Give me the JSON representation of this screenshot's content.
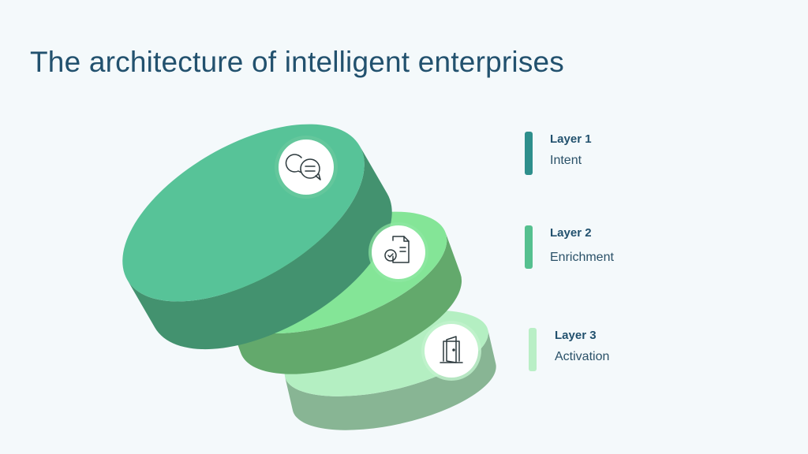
{
  "title": "The architecture of intelligent enterprises",
  "layers": [
    {
      "label": "Layer 1",
      "name": "Intent",
      "icon": "chat-bubbles-icon",
      "bar_color": "#2e8f8c",
      "top_color": "#57c398",
      "side_color": "#43926f"
    },
    {
      "label": "Layer 2",
      "name": "Enrichment",
      "icon": "document-check-icon",
      "bar_color": "#55c08f",
      "top_color": "#84e597",
      "side_color": "#63a96c"
    },
    {
      "label": "Layer 3",
      "name": "Activation",
      "icon": "door-icon",
      "bar_color": "#b9efc6",
      "top_color": "#b4efc2",
      "side_color": "#88b594"
    }
  ]
}
